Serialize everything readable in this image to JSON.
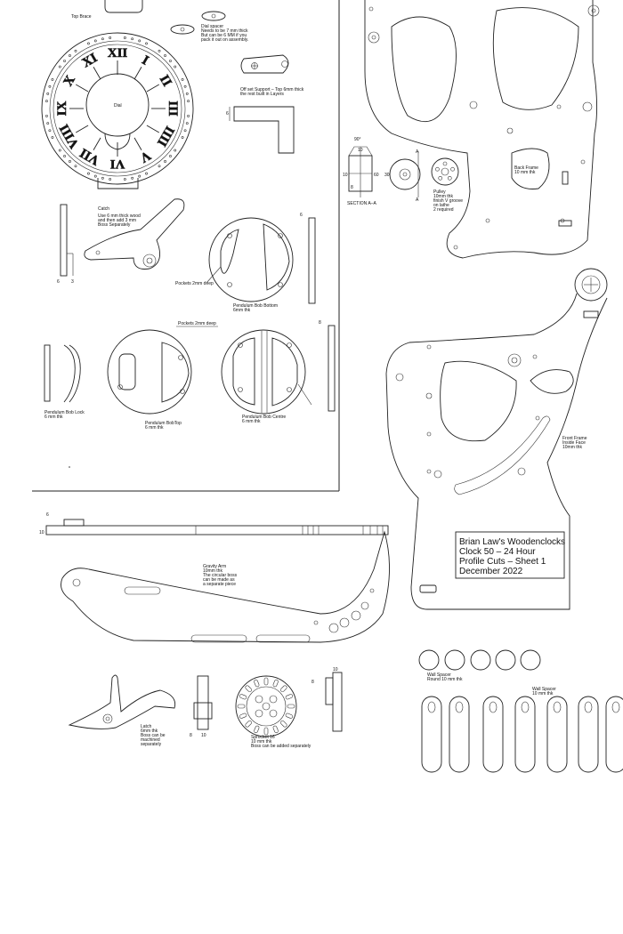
{
  "title_block": {
    "line1": "Brian Law's Woodenclocks",
    "line2": "Clock 50 – 24 Hour",
    "line3": "Profile Cuts – Sheet 1",
    "line4": "December 2022"
  },
  "labels": {
    "top_brace": "Top Brace",
    "dial": "Dial",
    "dial_spacer": [
      "Dial spacer",
      "Needs to be 7 mm thick",
      "But can be 6 MM if you",
      "pack it out on assembly."
    ],
    "offset_support": [
      "Off set Support – Top 6mm thick",
      "the rest built in Layers"
    ],
    "catch": [
      "Catch",
      "Use 6 mm thick wood",
      "and then add 3 mm",
      "Boss Separately"
    ],
    "pockets_2mm": "Pockets 2mm deep",
    "pockets_2mm_b": "Pockets 2mm deep",
    "bob_bottom": [
      "Pendulum Bob Bottom",
      "6mm thk"
    ],
    "bob_lock": [
      "Pendulum Bob Lock",
      "6 mm thk"
    ],
    "bob_top": [
      "Pendulum BobTop",
      "6 mm thk"
    ],
    "bob_centre": [
      "Pendulum Bob Centre",
      "6 mm thk"
    ],
    "section": "SECTION A–A",
    "pulley": [
      "Pulley",
      "10mm thk",
      "finish V groove",
      "on lathe",
      "2 required"
    ],
    "back_frame": [
      "Back Frame",
      "10 mm thk"
    ],
    "front_frame": [
      "Front Frame",
      "Inside Face",
      "10mm thk"
    ],
    "gravity_arm": [
      "Gravity Arm",
      "10mm thk",
      "The circular boss",
      "can be made as",
      "a separate piece"
    ],
    "latch": [
      "Latch",
      "6mm thk",
      "Boss can be",
      "machined",
      "separately"
    ],
    "sprocket": [
      "Sprocket 16",
      "10 mm thk",
      "Boss can be added separately"
    ],
    "wall_spacer_round": [
      "Wall Spacer",
      "Round 10 mm thk"
    ],
    "wall_spacer_flat": [
      "Wall Spacer",
      "10 mm thk"
    ]
  },
  "dimensions": {
    "d6a": "6",
    "d3": "3",
    "d6b": "6",
    "d8": "8",
    "d10a": "10",
    "d10b": "10",
    "d10c": "10",
    "d8b": "8",
    "d10d": "10",
    "d6c": "6",
    "d10e": "10",
    "d90": "90°",
    "dA1": "A",
    "dA2": "A",
    "d10f": "10",
    "d8c": "8",
    "d60": "60",
    "d6d": "6",
    "d8d": "8",
    "d10g": "10",
    "d30": "30"
  },
  "dial_numerals": [
    "XII",
    "I",
    "II",
    "III",
    "IIII",
    "V",
    "VI",
    "VII",
    "VIII",
    "IX",
    "X",
    "XI"
  ]
}
